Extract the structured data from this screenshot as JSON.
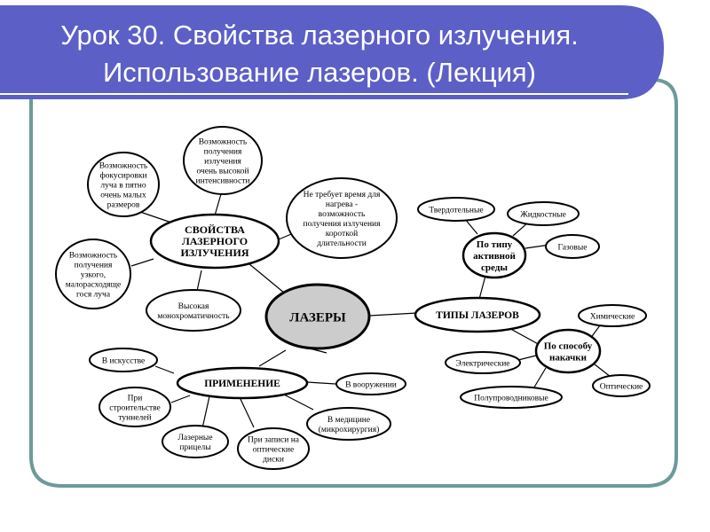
{
  "slide": {
    "title_line1": "Урок 30. Свойства лазерного излучения.",
    "title_line2": "Использование лазеров. (Лекция)"
  },
  "colors": {
    "title_bg": "#5b5fc6",
    "frame": "#6b9b9a",
    "center_fill": "#cccccc",
    "underline": "#ffffff"
  },
  "diagram": {
    "center": [
      "ЛАЗЕРЫ"
    ],
    "properties_hub": [
      "СВОЙСТВА",
      "ЛАЗЕРНОГО",
      "ИЗЛУЧЕНИЯ"
    ],
    "properties": {
      "intensity": [
        "Возможность",
        "получения",
        "излучения",
        "очень высокой",
        "интенсивности"
      ],
      "focusing": [
        "Возможность",
        "фокусировки",
        "луча в пятно",
        "очень малых",
        "размеров"
      ],
      "no_heating": [
        "Не требует время для",
        "нагрева -",
        "возможность",
        "получения излучения",
        "короткой",
        "длительности"
      ],
      "narrow_beam": [
        "Возможность",
        "получения",
        "узкого,",
        "малорасходяще",
        "гося луча"
      ],
      "monochrome": [
        "Высокая",
        "монохроматичность"
      ]
    },
    "types_hub": [
      "ТИПЫ ЛАЗЕРОВ"
    ],
    "medium_hub": [
      "По типу",
      "активной",
      "среды"
    ],
    "medium_types": {
      "solid": [
        "Твердотельные"
      ],
      "liquid": [
        "Жидкостные"
      ],
      "gas": [
        "Газовые"
      ]
    },
    "pumping_hub": [
      "По способу",
      "накачки"
    ],
    "pumping_types": {
      "chemical": [
        "Химические"
      ],
      "electric": [
        "Электрические"
      ],
      "optical": [
        "Оптические"
      ],
      "semiconductor": [
        "Полупроводниковые"
      ]
    },
    "application_hub": [
      "ПРИМЕНЕНИЕ"
    ],
    "applications": {
      "art": [
        "В искусстве"
      ],
      "tunnels": [
        "При",
        "строительстве",
        "туннелей"
      ],
      "sights": [
        "Лазерные",
        "прицелы"
      ],
      "disks": [
        "При записи на",
        "оптические",
        "диски"
      ],
      "medicine": [
        "В медицине",
        "(микрохирургия)"
      ],
      "armament": [
        "В вооружении"
      ]
    }
  }
}
